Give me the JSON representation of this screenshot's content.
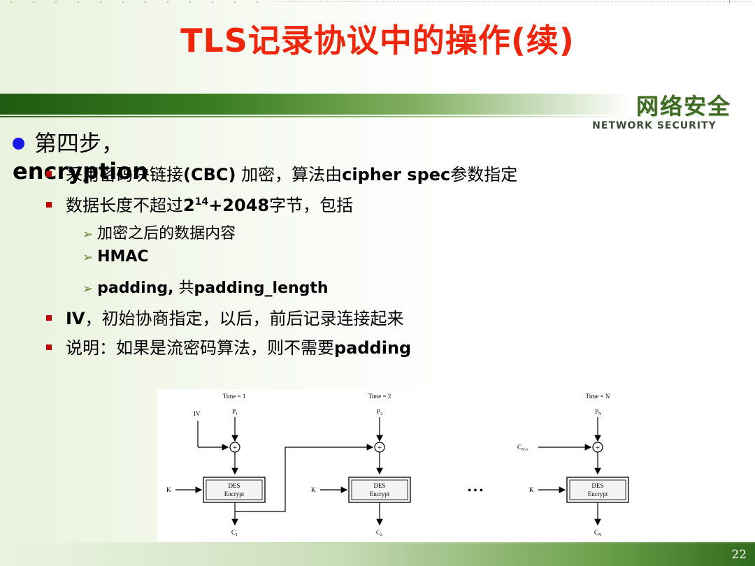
{
  "slide": {
    "title": "TLS记录协议中的操作(续)",
    "logo_cn": "网络安全",
    "logo_en": "NETWORK SECURITY",
    "page_number": "22"
  },
  "bullets": {
    "main": {
      "prefix": "第四步，",
      "bold": "encryption"
    },
    "items": [
      {
        "pre": "采用密码块链接",
        "bold": "(CBC)",
        "post": " 加密，算法由",
        "bold2": "cipher spec",
        "post2": "参数指定"
      },
      {
        "pre": "数据长度不超过",
        "bold": "2",
        "sup": "14",
        "bold_after": "+2048",
        "post": "字节，包括"
      }
    ],
    "sub_items": [
      {
        "text": "加密之后的数据内容",
        "bold": ""
      },
      {
        "text": "",
        "bold": "HMAC"
      },
      {
        "bold": "padding,",
        "mid": " 共",
        "bold2": "padding_length"
      }
    ],
    "items2": [
      {
        "bold": "IV",
        "post": "，初始协商指定，以后，前后记录连接起来"
      },
      {
        "pre": "说明：如果是流密码算法，则不需要",
        "bold": "padding"
      }
    ]
  },
  "diagram": {
    "time_labels": [
      "Time = 1",
      "Time = 2",
      "Time = N"
    ],
    "plaintext_labels": [
      "P",
      "P",
      "P"
    ],
    "plaintext_subs": [
      "1",
      "2",
      "N"
    ],
    "ciphertext_labels": [
      "C",
      "C",
      "C"
    ],
    "ciphertext_subs": [
      "1",
      "2",
      "N"
    ],
    "iv_label": "IV",
    "key_label": "K",
    "block_line1": "DES",
    "block_line2": "Encrypt",
    "prev_cipher_label": "C",
    "prev_cipher_sub": "N-1",
    "xor_symbol": "+",
    "ellipsis": "• • •"
  }
}
